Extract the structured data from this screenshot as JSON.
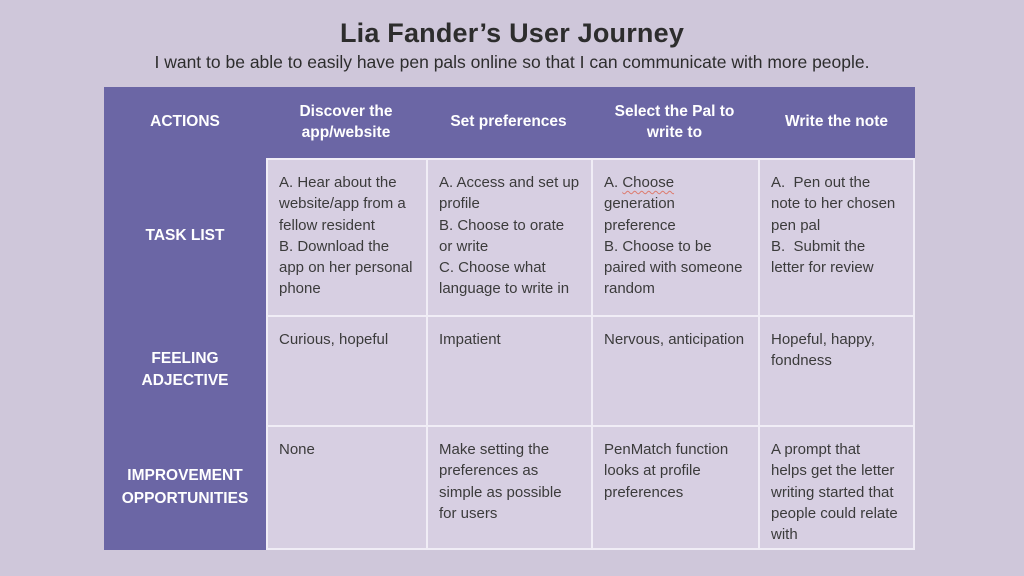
{
  "page": {
    "title": "Lia Fander’s User Journey",
    "subtitle": "I want to be able to easily have pen pals online so that I can communicate with more people."
  },
  "table": {
    "corner_label": "ACTIONS",
    "columns": [
      "Discover the\napp/website",
      "Set preferences",
      "Select the Pal to\nwrite to",
      "Write the note"
    ],
    "rows": [
      {
        "label": "TASK LIST",
        "cells": [
          "A. Hear about the\nwebsite/app from a\nfellow resident\nB. Download the\napp on her personal\nphone",
          "A. Access and set up\nprofile\nB. Choose to orate\nor write\nC. Choose what\nlanguage to write in",
          "A. Choose generation\npreference\nB. Choose to be\npaired with someone\nrandom",
          "A.  Pen out the\nnote to her chosen\npen pal\nB.  Submit the\nletter for review"
        ]
      },
      {
        "label": "FEELING\nADJECTIVE",
        "cells": [
          "Curious, hopeful",
          "Impatient",
          "Nervous, anticipation",
          "Hopeful, happy,\nfondness"
        ]
      },
      {
        "label": "IMPROVEMENT\nOPPORTUNITIES",
        "cells": [
          "None",
          "Make setting the\npreferences as\nsimple as possible\nfor users",
          "PenMatch function\nlooks at profile\npreferences",
          "A prompt that\nhelps get the letter\nwriting started that\npeople could relate\nwith"
        ]
      }
    ],
    "misspelled_word": "Choose"
  },
  "colors": {
    "header_purple": "#6b66a5",
    "page_background": "#cfc7da",
    "cell_background": "#d7cfe2",
    "separator": "#f0edf6",
    "spellcheck_red": "#dd7a6d"
  }
}
